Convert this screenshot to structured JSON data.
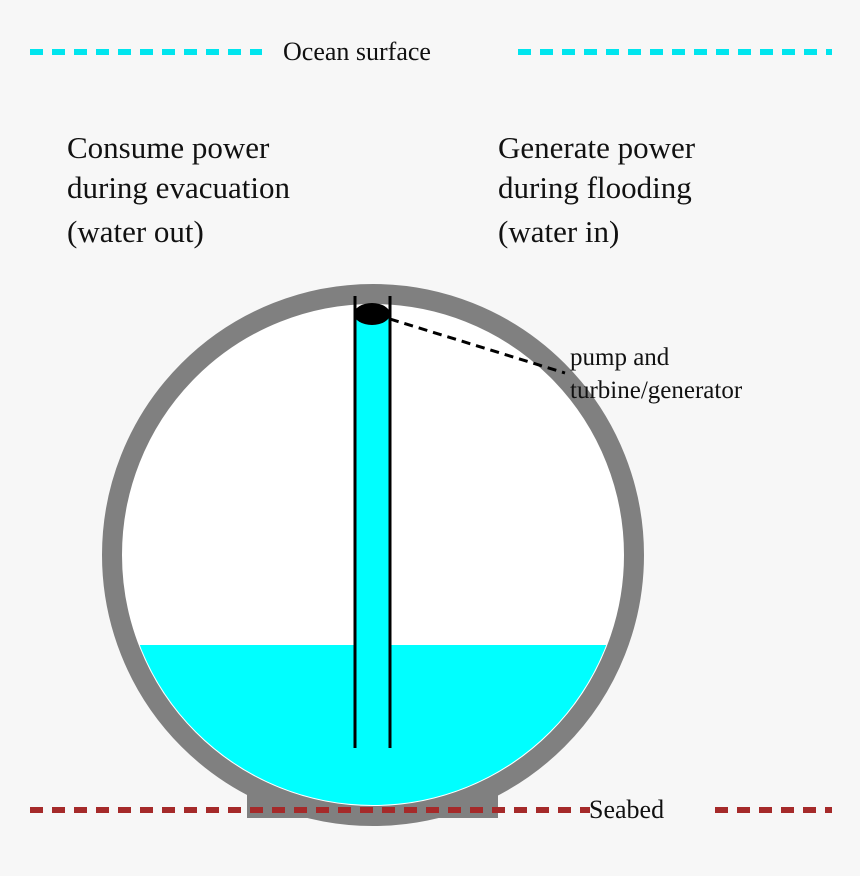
{
  "labels": {
    "ocean_surface": "Ocean surface",
    "seabed": "Seabed",
    "left_caption": [
      "Consume power",
      "during evacuation",
      "(water out)"
    ],
    "right_caption": [
      "Generate power",
      "during flooding",
      "(water in)"
    ],
    "pump_label": [
      "pump and",
      "turbine/generator"
    ]
  },
  "colors": {
    "background": "#f7f7f7",
    "water": "#00ffff",
    "sphere_shell": "#808080",
    "seabed_line": "#a52a2a",
    "ocean_line": "#00e5ee",
    "pipe": "#000000",
    "pump": "#000000"
  }
}
